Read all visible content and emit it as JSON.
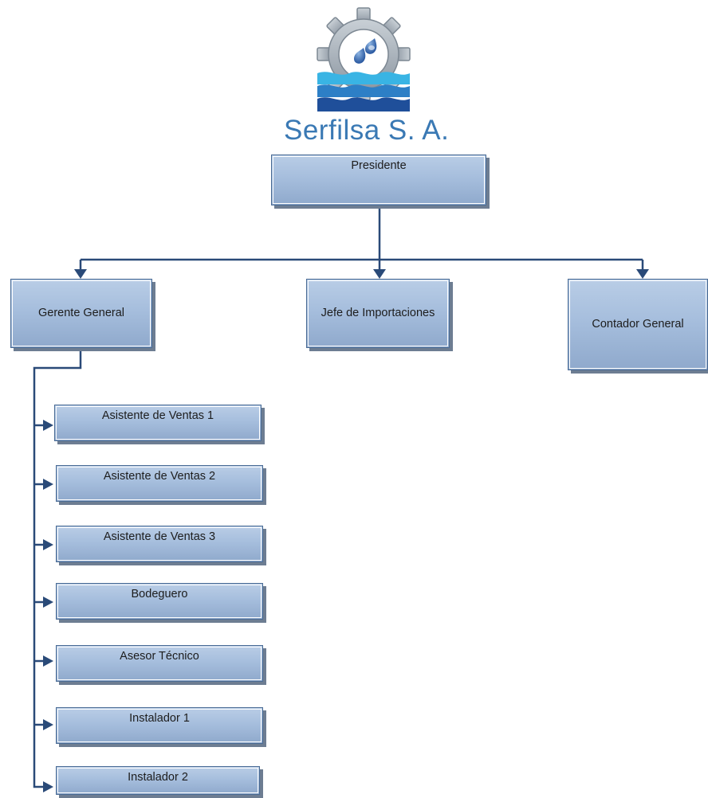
{
  "company": {
    "name": "Serfilsa S. A.",
    "logo": "gear-with-water-waves-logo"
  },
  "org_chart": {
    "top": {
      "label": "Presidente"
    },
    "level2": [
      {
        "label": "Gerente General"
      },
      {
        "label": "Jefe de Importaciones"
      },
      {
        "label": "Contador General"
      }
    ],
    "gerente_reports": [
      {
        "label": "Asistente de Ventas 1"
      },
      {
        "label": "Asistente de Ventas 2"
      },
      {
        "label": "Asistente de Ventas 3"
      },
      {
        "label": "Bodeguero"
      },
      {
        "label": "Asesor Técnico"
      },
      {
        "label": "Instalador 1"
      },
      {
        "label": "Instalador 2"
      }
    ]
  },
  "colors": {
    "connector": "#2a4a78",
    "box_fill_top": "#b9cde6",
    "box_fill_bottom": "#8fa9cc",
    "logo_blue": "#1f5fa8",
    "logo_gear": "#9aa4ae",
    "company_text": "#3a79b4"
  }
}
